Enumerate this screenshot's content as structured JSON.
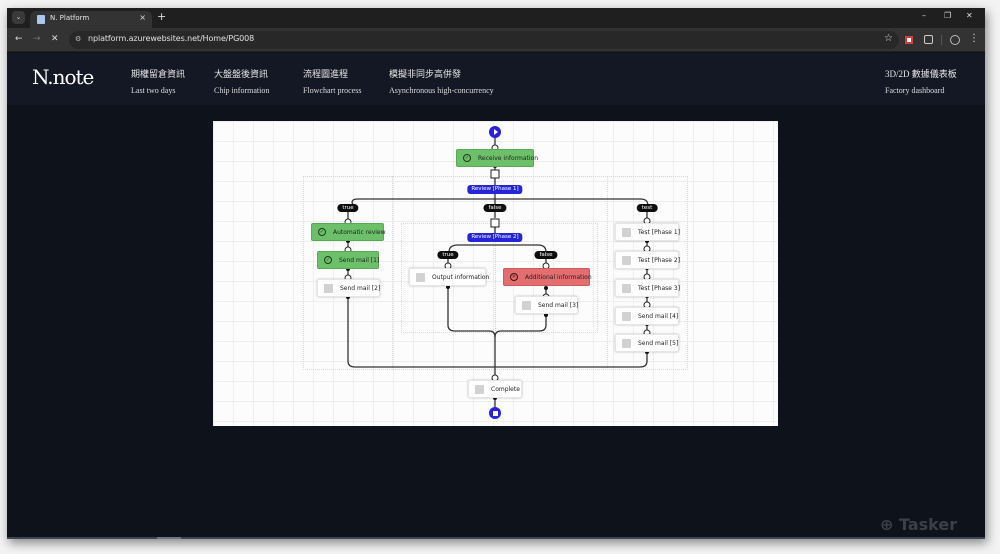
{
  "browser": {
    "tab_title": "N. Platform",
    "url": "nplatform.azurewebsites.net/Home/PG008",
    "new_tab": "+",
    "tab_close": "×",
    "back": "←",
    "forward": "→",
    "stop": "✕",
    "minimize": "–",
    "restore": "❐",
    "close": "✕",
    "bookmark": "☆",
    "menu": "⋮",
    "tab_list": "⌄"
  },
  "site": {
    "logo": "N.note",
    "nav": [
      {
        "zh": "期權留倉資訊",
        "en": "Last two days"
      },
      {
        "zh": "大盤盤後資訊",
        "en": "Chip information"
      },
      {
        "zh": "流程圖進程",
        "en": "Flowchart process"
      },
      {
        "zh": "模擬非同步高併發",
        "en": "Asynchronous high-concurrency"
      }
    ],
    "nav_right": {
      "zh": "3D/2D 數據儀表板",
      "en": "Factory dashboard"
    }
  },
  "flow": {
    "colors": {
      "success": "#6cc06a",
      "error": "#e46d70",
      "gate": "#2626d9",
      "start_end": "#2a20e0"
    },
    "nodes": {
      "receive": {
        "label": "Receive information",
        "status": "success"
      },
      "auto_review": {
        "label": "Automatic review",
        "status": "success"
      },
      "send_mail_1": {
        "label": "Send mail [1]",
        "status": "success"
      },
      "send_mail_2": {
        "label": "Send mail [2]",
        "status": "pending"
      },
      "output_info": {
        "label": "Output information",
        "status": "pending"
      },
      "additional_info": {
        "label": "Additional information",
        "status": "error"
      },
      "send_mail_3": {
        "label": "Send mail [3]",
        "status": "pending"
      },
      "test_1": {
        "label": "Test [Phase 1]",
        "status": "pending"
      },
      "test_2": {
        "label": "Test [Phase 2]",
        "status": "pending"
      },
      "test_3": {
        "label": "Test [Phase 3]",
        "status": "pending"
      },
      "send_mail_4": {
        "label": "Send mail [4]",
        "status": "pending"
      },
      "send_mail_5": {
        "label": "Send mail [5]",
        "status": "pending"
      },
      "complete": {
        "label": "Complete",
        "status": "pending"
      }
    },
    "gates": {
      "review_1": "Review [Phase 1]",
      "review_2": "Review [Phase 2]"
    },
    "branches": {
      "r1_true": "true",
      "r1_false": "false",
      "r1_test": "test",
      "r2_true": "true",
      "r2_false": "false"
    },
    "icons": {
      "success": "✓",
      "error": "✕"
    }
  },
  "watermark": "Tasker"
}
